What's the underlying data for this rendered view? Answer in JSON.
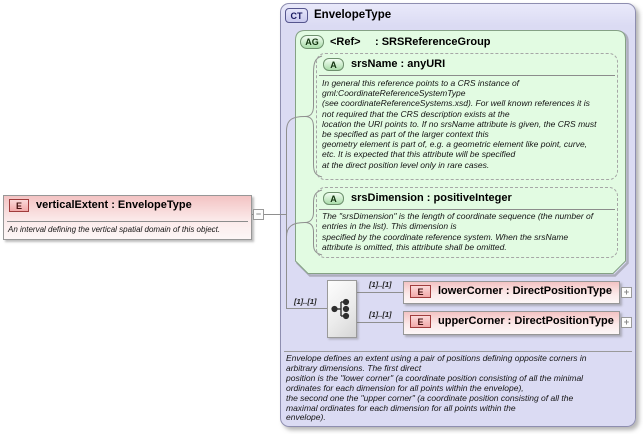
{
  "diagram": {
    "element": {
      "badge": "E",
      "title": "verticalExtent : EnvelopeType",
      "doc": "An interval defining the vertical spatial domain of this object."
    },
    "complex_type": {
      "badge": "CT",
      "title": "EnvelopeType",
      "doc": "Envelope defines an extent using a pair of positions defining opposite corners in\narbitrary dimensions. The first direct\nposition is the \"lower corner\" (a coordinate position consisting of all the minimal\nordinates for each dimension for all points within the envelope),\nthe second one the \"upper corner\" (a coordinate position consisting of all the\nmaximal ordinates for each dimension for all points within the\nenvelope)."
    },
    "attribute_group": {
      "badge": "AG",
      "ref_label": "<Ref>",
      "type_label": ": SRSReferenceGroup",
      "attributes": [
        {
          "badge": "A",
          "title": "srsName : anyURI",
          "doc": "In general this reference points to a CRS instance of\ngml:CoordinateReferenceSystemType\n(see coordinateReferenceSystems.xsd). For well known references it is\nnot required that the CRS description exists at the\nlocation the URI points to. If no srsName attribute is given, the CRS must\nbe specified as part of the larger context this\ngeometry element is part of, e.g. a geometric element like point, curve,\netc. It is expected that this attribute will be specified\nat the direct position level only in rare cases."
        },
        {
          "badge": "A",
          "title": "srsDimension : positiveInteger",
          "doc": "The \"srsDimension\" is the length of coordinate sequence (the number of\nentries in the list). This dimension is\nspecified by the coordinate reference system. When the srsName\nattribute is omitted, this attribute shall be omitted."
        }
      ]
    },
    "sequence": {
      "cardinality": "[1]..[1]",
      "children": [
        {
          "badge": "E",
          "cardinality": "[1]..[1]",
          "title": "lowerCorner : DirectPositionType"
        },
        {
          "badge": "E",
          "cardinality": "[1]..[1]",
          "title": "upperCorner : DirectPositionType"
        }
      ]
    },
    "icons": {
      "collapse": "−",
      "expand": "+"
    },
    "colors": {
      "complex_type_fill": "#dbdbf3",
      "group_fill": "#e2fbe2",
      "element_fill_top": "#f3c3c3",
      "line": "#8f8f8f"
    }
  }
}
